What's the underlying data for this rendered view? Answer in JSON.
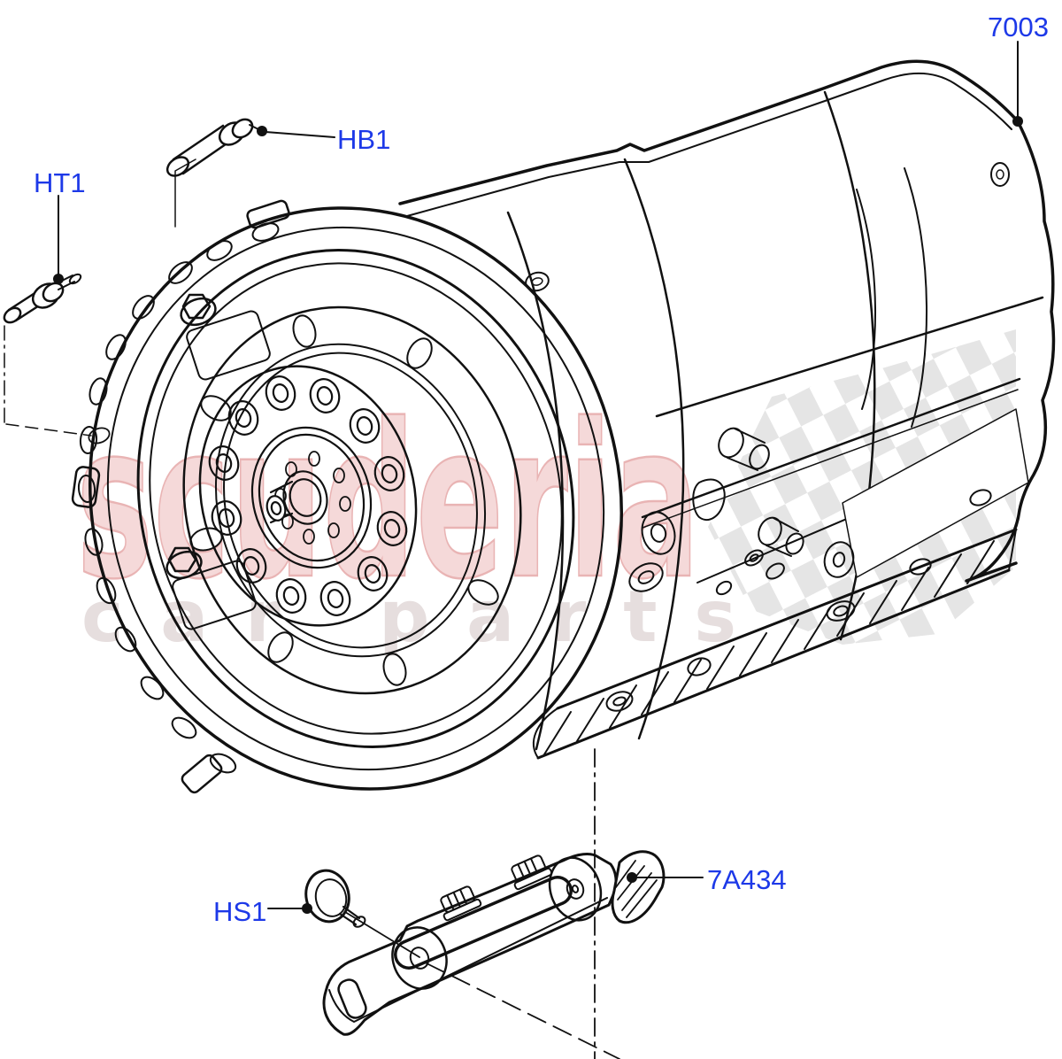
{
  "watermark": {
    "brand": "scuderia",
    "tagline": "car parts"
  },
  "callouts": {
    "ht1": {
      "label": "HT1"
    },
    "hb1": {
      "label": "HB1"
    },
    "p7003": {
      "label": "7003"
    },
    "hs1": {
      "label": "HS1"
    },
    "p7a434": {
      "label": "7A434"
    }
  },
  "colors": {
    "callout_blue": "#1d39e8",
    "line_black": "#111111",
    "watermark_pink": "#f5d9d9",
    "watermark_pink_edge": "#e9b4b4",
    "watermark_gray": "#e6dede",
    "flag_gray": "#dcdcdc"
  }
}
